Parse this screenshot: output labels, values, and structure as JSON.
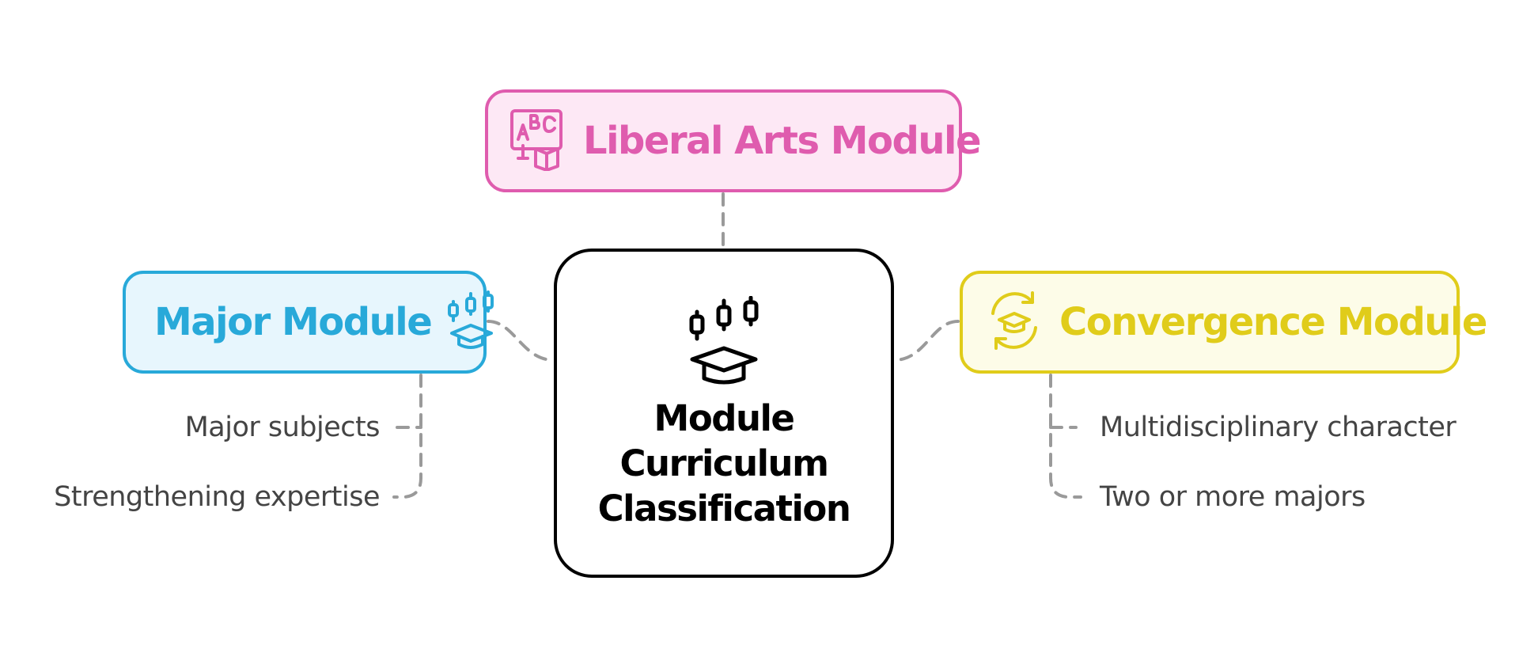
{
  "diagram": {
    "center": {
      "title_lines": [
        "Module",
        "Curriculum",
        "Classification"
      ],
      "icon": "graduation-cap-chart-icon",
      "border_color": "#000000"
    },
    "liberal_arts": {
      "title": "Liberal Arts Module",
      "icon": "abc-book-icon",
      "accent_color": "#df5cae",
      "fill_color": "#fde8f5"
    },
    "major": {
      "title": "Major Module",
      "icon": "graduation-cap-chart-icon",
      "accent_color": "#28a9d9",
      "fill_color": "#e7f6fd",
      "items": [
        "Major subjects",
        "Strengthening expertise"
      ]
    },
    "convergence": {
      "title": "Convergence Module",
      "icon": "cycle-graduation-cap-icon",
      "accent_color": "#e0cc1a",
      "fill_color": "#fdfce8",
      "items": [
        "Multidisciplinary character",
        "Two or more majors"
      ]
    },
    "connector_color": "#9a9a9a"
  }
}
